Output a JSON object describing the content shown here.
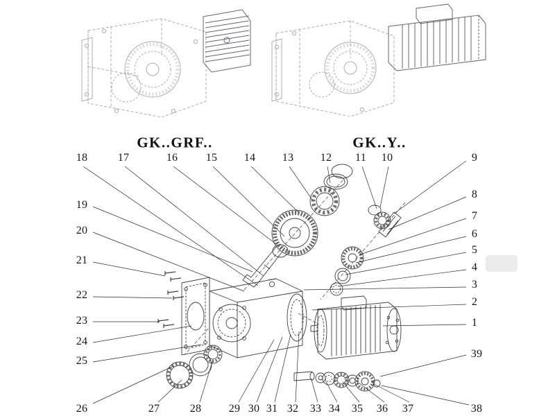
{
  "diagram": {
    "variant_left_label": "GK..GRF..",
    "variant_right_label": "GK..Y..",
    "description": "Exploded parts diagram of helical-bevel gear reducer variants",
    "line_color": "#2a2a2a",
    "ghost_line_color": "#a8adb8",
    "callouts": {
      "top": [
        "18",
        "17",
        "16",
        "15",
        "14",
        "13",
        "12",
        "11",
        "10"
      ],
      "right": [
        "9",
        "8",
        "7",
        "6",
        "5",
        "4",
        "3",
        "2",
        "1",
        "39",
        "38"
      ],
      "left": [
        "19",
        "20",
        "21",
        "22",
        "23",
        "24",
        "25",
        "26"
      ],
      "bottom": [
        "27",
        "28",
        "29",
        "30",
        "31",
        "32",
        "33",
        "34",
        "35",
        "36",
        "37"
      ]
    }
  }
}
